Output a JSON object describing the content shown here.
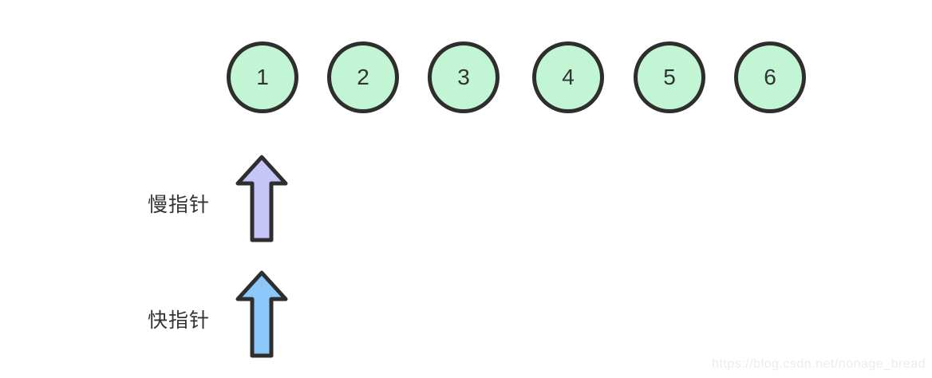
{
  "diagram": {
    "title_hint": "two-pointer linked list diagram",
    "nodes": [
      {
        "label": "1"
      },
      {
        "label": "2"
      },
      {
        "label": "3"
      },
      {
        "label": "4"
      },
      {
        "label": "5"
      },
      {
        "label": "6"
      }
    ],
    "pointers": [
      {
        "id": "slow",
        "label": "慢指针",
        "arrow_fill": "#c6c5f7",
        "points_to_node": "1"
      },
      {
        "id": "fast",
        "label": "快指针",
        "arrow_fill": "#8dc6f8",
        "points_to_node": "1"
      }
    ],
    "colors": {
      "node_fill": "#c1f5d4",
      "outline": "#2e2e2e",
      "slow_arrow_fill": "#c6c5f7",
      "fast_arrow_fill": "#8dc6f8",
      "label_text": "#333333",
      "watermark_text": "#ececec"
    },
    "watermark": "https://blog.csdn.net/nonage_bread"
  }
}
